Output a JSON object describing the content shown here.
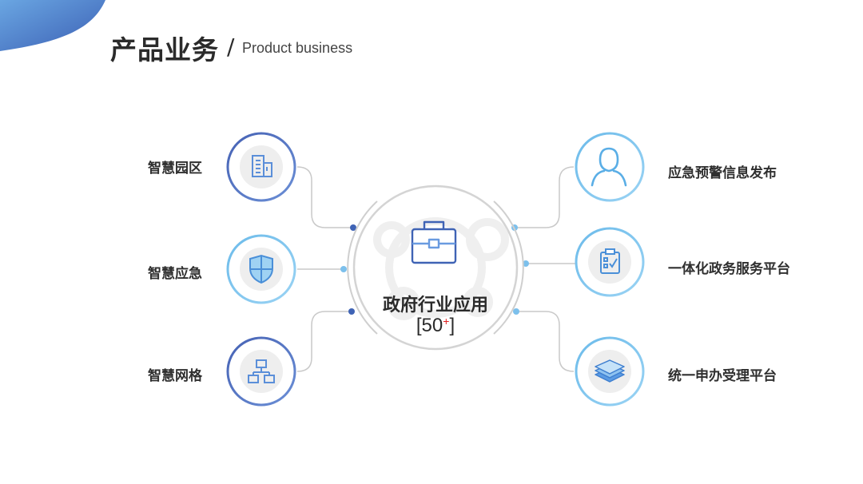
{
  "header": {
    "title_cn": "产品业务",
    "title_sep": "/",
    "title_en": "Product business"
  },
  "center": {
    "title": "政府行业应用",
    "count_open": "[50",
    "count_plus": "+",
    "count_close": "]",
    "icon": "briefcase-icon"
  },
  "left_items": [
    {
      "label": "智慧园区",
      "icon": "building-icon"
    },
    {
      "label": "智慧应急",
      "icon": "shield-icon"
    },
    {
      "label": "智慧网格",
      "icon": "sitemap-icon"
    }
  ],
  "right_items": [
    {
      "label": "应急预警信息发布",
      "icon": "user-icon"
    },
    {
      "label": "一体化政务服务平台",
      "icon": "clipboard-check-icon"
    },
    {
      "label": "统一申办受理平台",
      "icon": "layers-icon"
    }
  ],
  "colors": {
    "accent_dark": "#3f63b5",
    "accent_light": "#7cc0ec",
    "line": "#c9c9c9",
    "text": "#2f2f2f"
  }
}
